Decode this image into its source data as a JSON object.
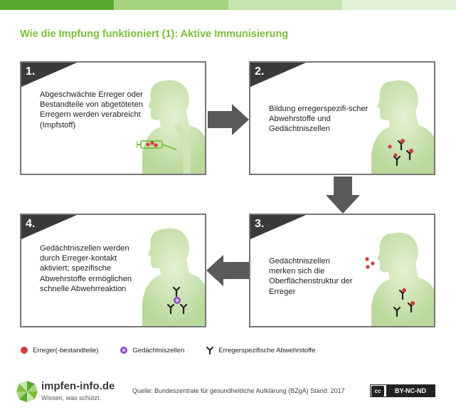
{
  "colors": {
    "green": "#7bbf3a",
    "bar1": "#5aa830",
    "bar2": "#a3d37d",
    "bar3": "#c6e4ad",
    "bar4": "#e2f1d6",
    "panel_border": "#777777",
    "dark": "#3a3a3a",
    "arrow": "#5a5a5a",
    "pathogen": "#d43c3c",
    "memory_cell": "#8e4fc7"
  },
  "title": "Wie die Impfung funktioniert (1): Aktive Immunisierung",
  "steps": [
    {
      "number": "1.",
      "text": "Abgeschwächte Erreger oder Bestandteile von abgetöteten Erregern werden verabreicht (Impfstoff)"
    },
    {
      "number": "2.",
      "text": "Bildung erregerspezifi-scher Abwehrstoffe und Gedächtniszellen"
    },
    {
      "number": "3.",
      "text": "Gedächtniszellen merken sich die Oberflächenstruktur der Erreger"
    },
    {
      "number": "4.",
      "text": "Gedächtniszellen werden durch Erreger-kontakt aktiviert; spezifische Abwehrstoffe ermöglichen schnelle Abwehrreaktion"
    }
  ],
  "legend": [
    {
      "icon": "pathogen-icon",
      "label": "Erreger(-bestandteile)"
    },
    {
      "icon": "memory-cell-icon",
      "label": "Gedächtniszellen"
    },
    {
      "icon": "antibody-icon",
      "label": "Erregerspezifische Abwehrstoffe"
    }
  ],
  "footer": {
    "logo_name": "impfen-info",
    "logo_tld": ".de",
    "tagline": "Wissen, was schützt.",
    "source": "Quelle: Bundeszentrale für gesundheitliche Aufklärung (BZgA) Stand: 2017",
    "license": "BY-NC-ND",
    "license_cc": "cc"
  }
}
